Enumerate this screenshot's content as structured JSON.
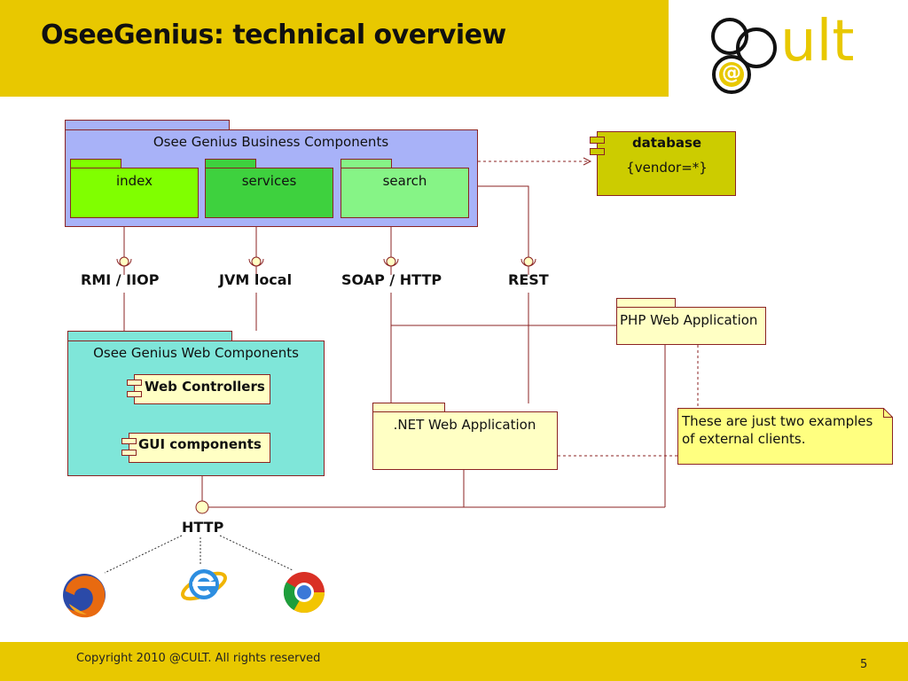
{
  "slide": {
    "title": "OseeGenius: technical overview",
    "logo_text": "ult",
    "logo_symbol": "@",
    "copyright": "Copyright 2010 @CULT. All rights reserved",
    "page_number": "5"
  },
  "colors": {
    "accent_yellow": "#e8c800",
    "business_pkg": "#a8b2f8",
    "sub_pkg_green": "#80ff00",
    "web_pkg": "#7fe6d9",
    "component": "#ffffc4",
    "database": "#cccc00",
    "note": "#ffff80",
    "line": "#8b2323"
  },
  "diagram": {
    "business": {
      "title": "Osee Genius Business Components",
      "subs": [
        "index",
        "services",
        "search"
      ]
    },
    "database": {
      "name": "database",
      "vendor": "{vendor=*}"
    },
    "interfaces": [
      "RMI / IIOP",
      "JVM local",
      "SOAP / HTTP",
      "REST"
    ],
    "web": {
      "title": "Osee Genius Web Components",
      "controllers": "Web Controllers",
      "gui": "GUI components"
    },
    "php_app": "PHP Web Application",
    "net_app": ".NET Web Application",
    "note": [
      "These are just two examples",
      "of external clients."
    ],
    "http_label": "HTTP",
    "browsers": [
      "firefox-icon",
      "internet-explorer-icon",
      "chrome-icon"
    ]
  }
}
